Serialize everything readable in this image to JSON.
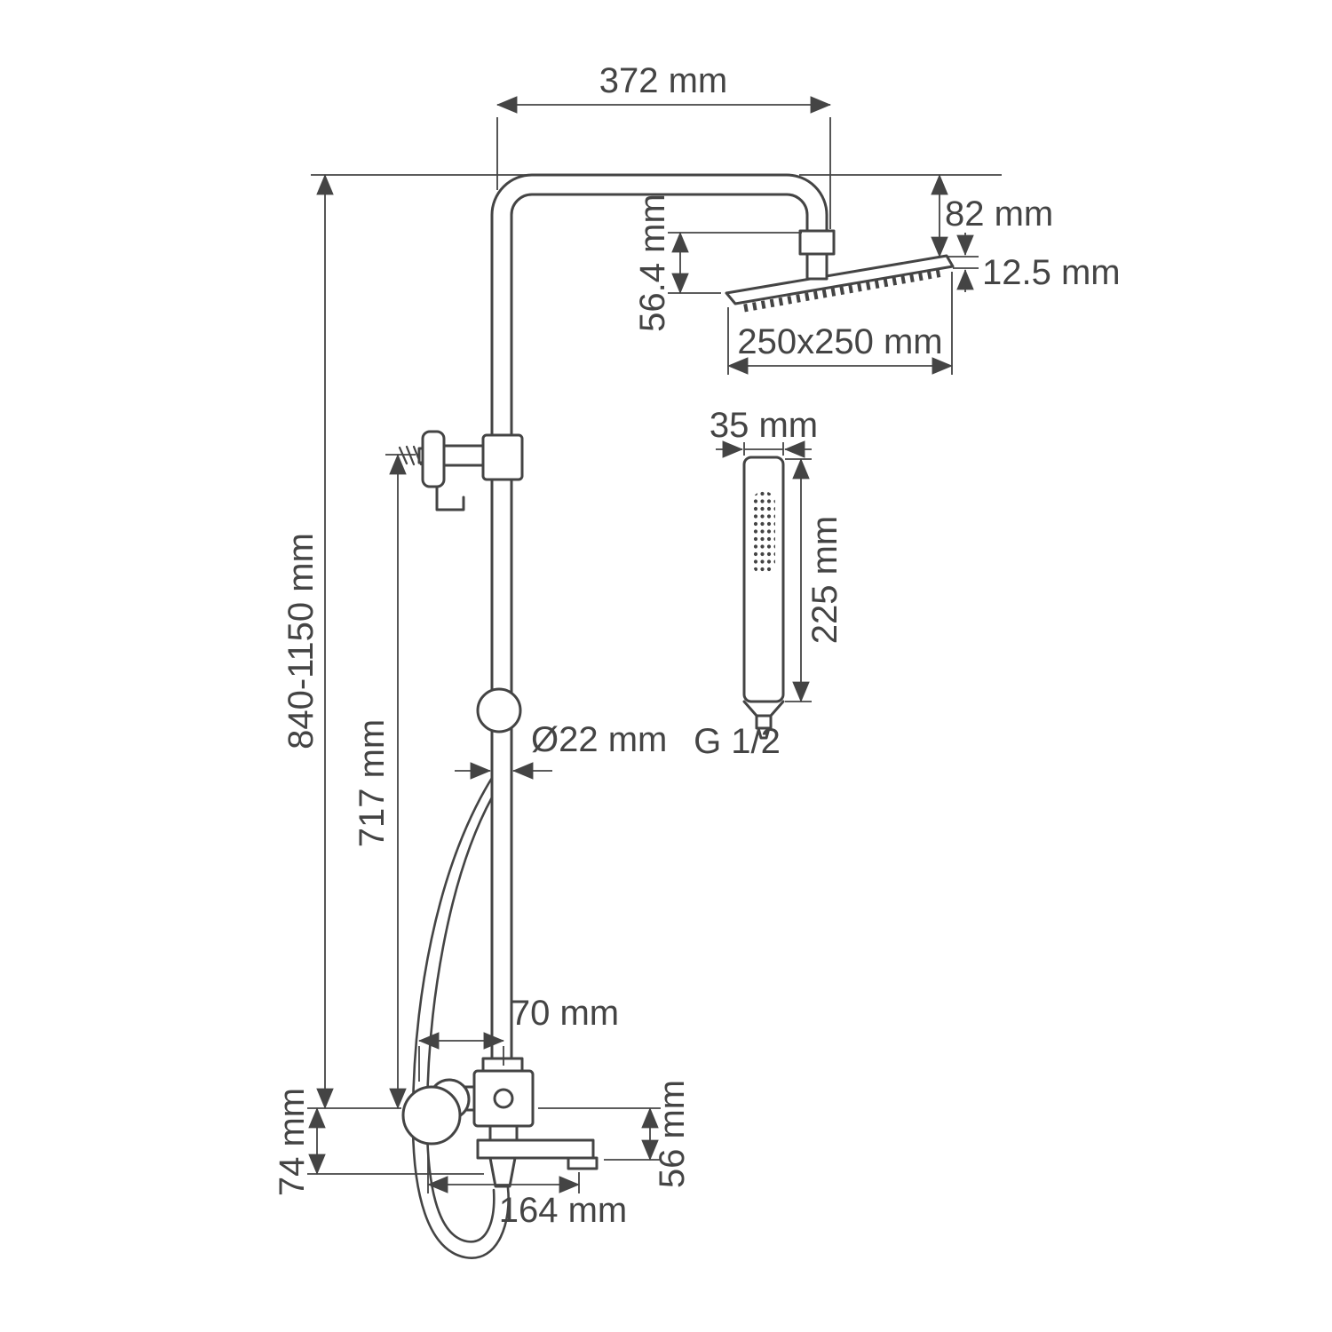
{
  "drawing": {
    "subject": "Shower column with rain head, hand shower and bath spout - dimensional drawing",
    "line_color": "#444444",
    "background_color": "#ffffff"
  },
  "dimensions": {
    "arm_reach": "372 mm",
    "head_drop": "82 mm",
    "head_thickness": "12.5 mm",
    "head_depth": "56.4 mm",
    "head_size": "250x250 mm",
    "handshower_width": "35 mm",
    "handshower_length": "225 mm",
    "thread": "G 1/2",
    "pipe_diameter": "Ø22 mm",
    "column_height": "840-1150 mm",
    "bracket_height": "717 mm",
    "mixer_offset": "70 mm",
    "drop_left": "74 mm",
    "drop_right": "56 mm",
    "spout_reach": "164 mm"
  }
}
